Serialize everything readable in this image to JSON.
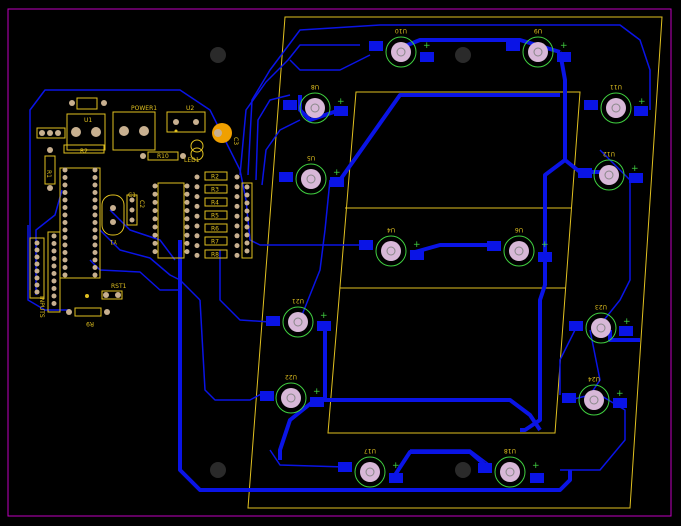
{
  "colors": {
    "background": "#000000",
    "board_outline": "#c000c0",
    "silkscreen": "#e0c020",
    "trace": "#0a14e6",
    "pad_copper": "#c8b090",
    "pad_led": "#d8b8d8",
    "led_ring": "#40d040",
    "plus_mark": "#40d040",
    "mount_hole": "#2a2a2a",
    "cap_fill": "#f0a000"
  },
  "labels": {
    "inputs": "INPUTS",
    "power": "POWER1",
    "u1": "U1",
    "u2": "U2",
    "r1": "R1",
    "r2": "R2",
    "r9": "R9",
    "r10": "R10",
    "rst": "RST1",
    "led1": "LED1",
    "c3": "C3",
    "y1": "Y1",
    "c1": "C1",
    "c2": "C2"
  },
  "resistors": [
    "R2",
    "R3",
    "R4",
    "R5",
    "R6",
    "R7",
    "R8"
  ],
  "segment_leds": [
    "U10",
    "U9",
    "U8",
    "U11",
    "U5",
    "U12",
    "U4",
    "U6",
    "U21",
    "U23",
    "U22",
    "U24",
    "U17",
    "U18"
  ]
}
